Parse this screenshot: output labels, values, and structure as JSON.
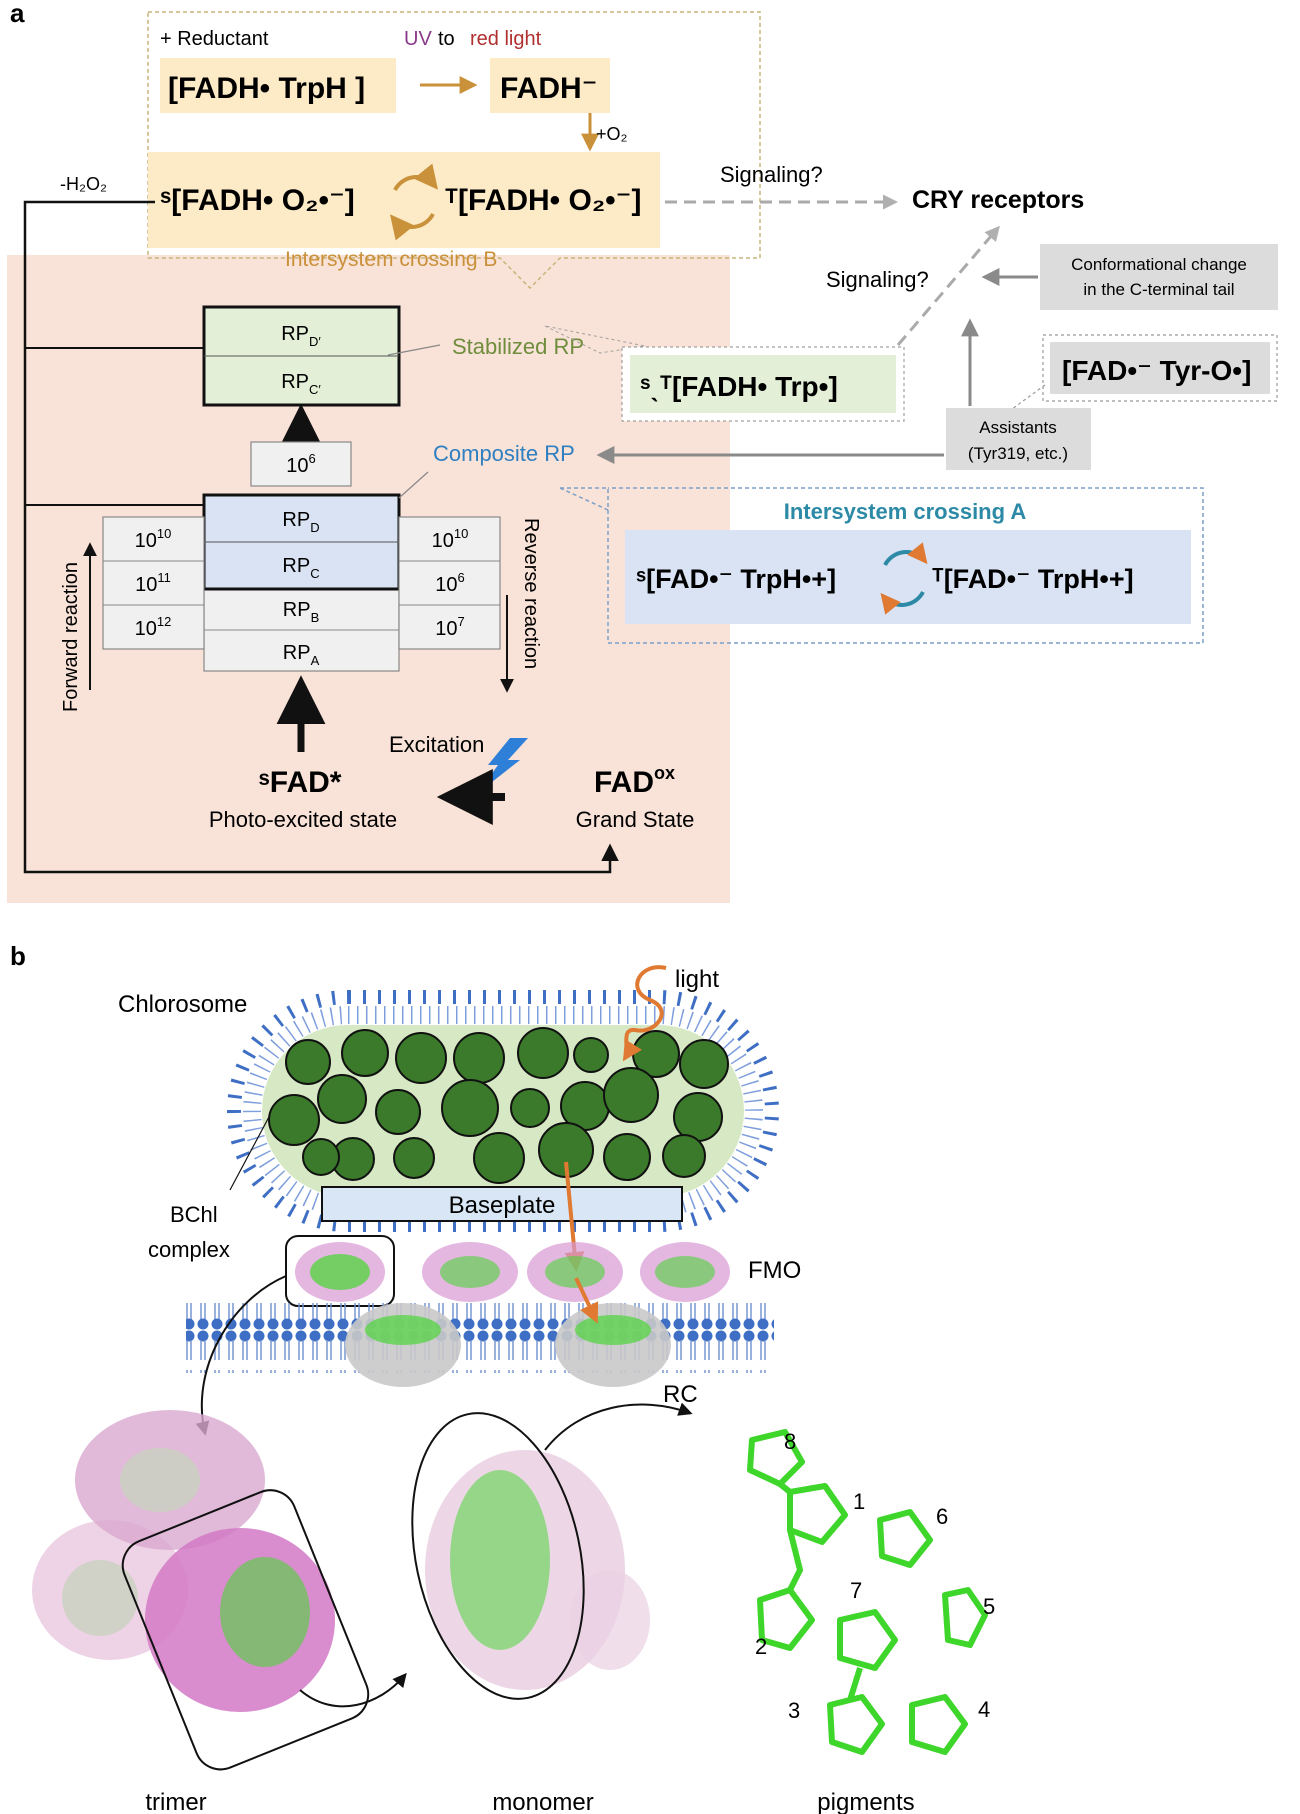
{
  "panel_a": {
    "label": "a",
    "reductant": "+ Reductant",
    "light_uv": "UV",
    "light_to": "to",
    "light_red": "red light",
    "fadh_trph": "[FADH• TrpH ]",
    "fadh_minus": "FADH⁻",
    "plus_o2": "+O₂",
    "singlet_pair": "ˢ[FADH• O₂•⁻]",
    "triplet_pair": "ᵀ[FADH• O₂•⁻]",
    "isc_b": "Intersystem crossing B",
    "minus_h2o2": "-H₂O₂",
    "signaling_1": "Signaling?",
    "cry_receptors": "CRY receptors",
    "signaling_2": "Signaling?",
    "conformational_change": [
      "Conformational change",
      "in the C-terminal tail"
    ],
    "stabilized_rp": "Stabilized RP",
    "stabilized_species": "ˢˎᵀ[FADH• Trp•]",
    "fad_tyr": "[FAD•⁻ Tyr-O•]",
    "assistants": [
      "Assistants",
      "(Tyr319, etc.)"
    ],
    "composite_rp": "Composite RP",
    "isc_a": "Intersystem crossing A",
    "isc_a_singlet": "ˢ[FAD•⁻ TrpH•+]",
    "isc_a_triplet": "ᵀ[FAD•⁻ TrpH•+]",
    "rp_stack": [
      {
        "base": "RP",
        "sub": "D′"
      },
      {
        "base": "RP",
        "sub": "C′"
      },
      {
        "base": "RP",
        "sub": "D"
      },
      {
        "base": "RP",
        "sub": "C"
      },
      {
        "base": "RP",
        "sub": "B"
      },
      {
        "base": "RP",
        "sub": "A"
      }
    ],
    "rate_top": {
      "base": "10",
      "exp": "6"
    },
    "forward_rates": [
      {
        "base": "10",
        "exp": "10"
      },
      {
        "base": "10",
        "exp": "11"
      },
      {
        "base": "10",
        "exp": "12"
      }
    ],
    "reverse_rates": [
      {
        "base": "10",
        "exp": "10"
      },
      {
        "base": "10",
        "exp": "6"
      },
      {
        "base": "10",
        "exp": "7"
      }
    ],
    "forward_reaction": "Forward reaction",
    "reverse_reaction": "Reverse reaction",
    "excitation": "Excitation",
    "sfad": "ˢFAD*",
    "photo_excited": "Photo-excited state",
    "fad_ox": "FAD",
    "fad_ox_sup": "ox",
    "grand_state": "Grand State"
  },
  "panel_b": {
    "label": "b",
    "chlorosome": "Chlorosome",
    "light": "light",
    "baseplate": "Baseplate",
    "bchl_complex": [
      "BChl",
      "complex"
    ],
    "fmo": "FMO",
    "rc": "RC",
    "trimer": "trimer",
    "monomer": "monomer",
    "pigments": "pigments",
    "pigment_numbers": [
      "1",
      "2",
      "3",
      "4",
      "5",
      "6",
      "7",
      "8"
    ]
  },
  "colors": {
    "peach_bg": "#f9e2d7",
    "yellow_box": "#fdeac6",
    "green_box": "#e3efd7",
    "blue_box": "#d9e3f3",
    "orange_text": "#c9913a",
    "green_text": "#6f8d3c",
    "blue_text": "#2f7fc1",
    "teal_text": "#2d8aa6",
    "dark_green": "#3a7a2a",
    "membrane_blue": "#3f6fc4",
    "chlorosome_fill": "#d6e8c4",
    "pigment_green": "#3fd62b"
  }
}
